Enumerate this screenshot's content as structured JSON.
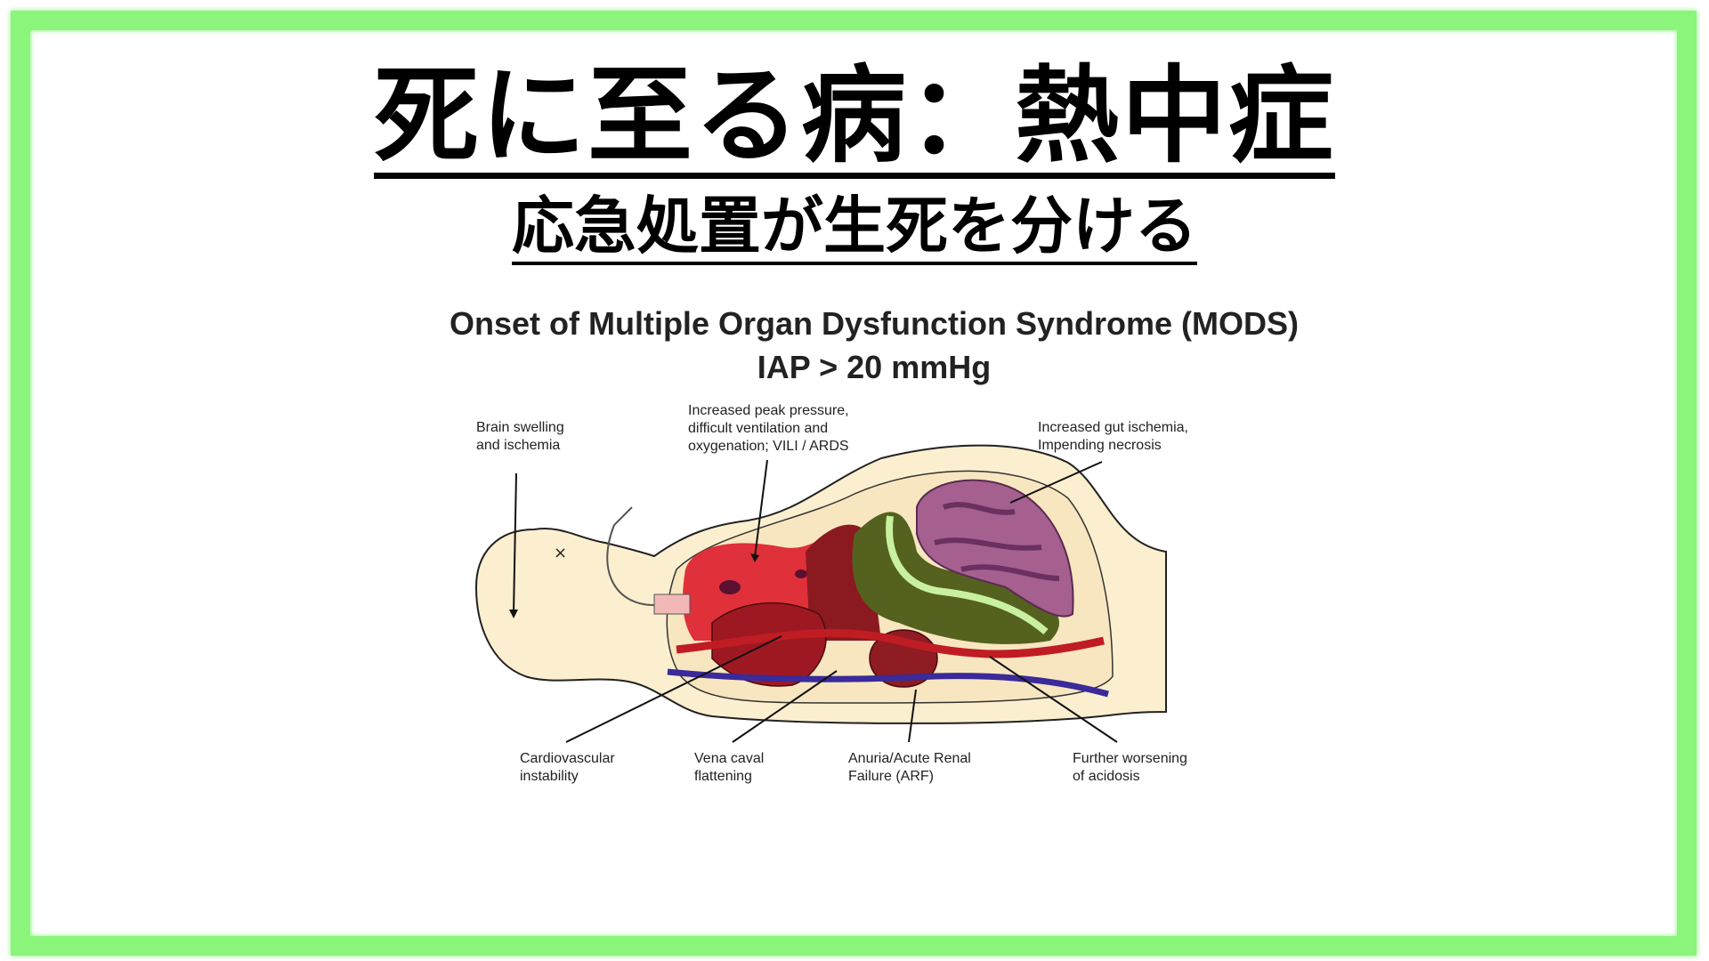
{
  "title": "死に至る病：熱中症",
  "subtitle": "応急処置が生死を分ける",
  "figure": {
    "title_line1": "Onset of Multiple Organ Dysfunction Syndrome (MODS)",
    "title_line2": "IAP > 20 mmHg",
    "labels": {
      "brain": "Brain swelling\nand ischemia",
      "lungs": "Increased peak pressure,\ndifficult ventilation and\noxygenation; VILI / ARDS",
      "gut": "Increased gut ischemia,\nImpending necrosis",
      "cardio": "Cardiovascular\ninstability",
      "vena": "Vena caval\nflattening",
      "renal": "Anuria/Acute Renal\nFailure (ARF)",
      "acidosis": "Further worsening\nof acidosis"
    }
  },
  "colors": {
    "frame": "#8af57a",
    "skin": "#fbefcf",
    "lung": "#e0303a",
    "gut": "#a56090",
    "colon": "#55611f"
  }
}
